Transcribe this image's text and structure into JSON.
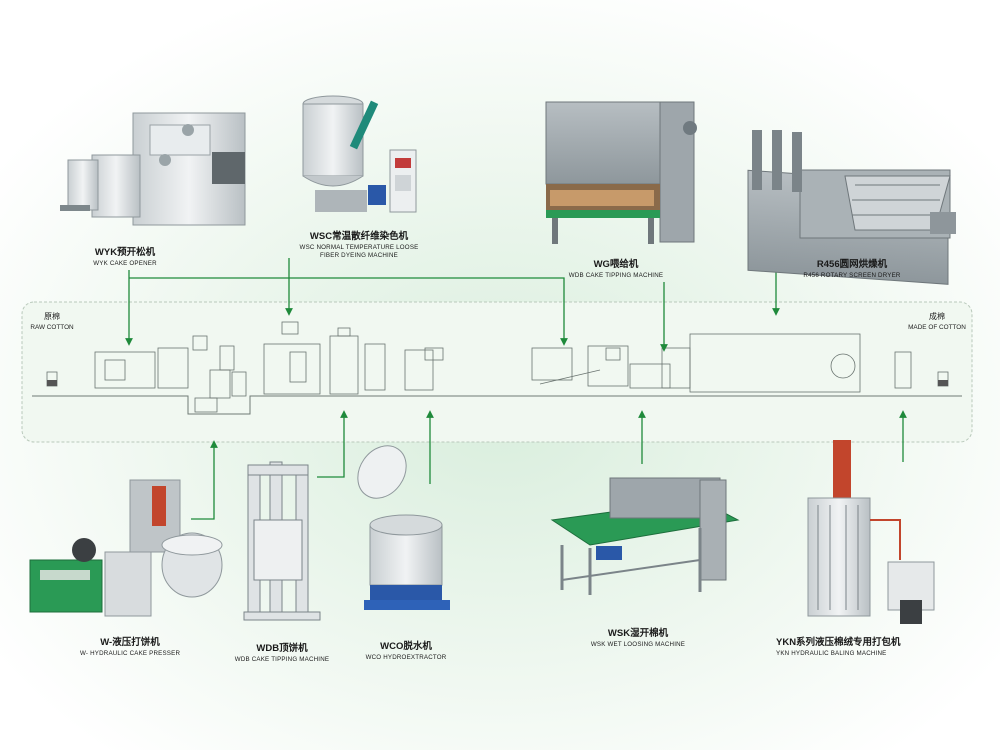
{
  "colors": {
    "band": "#eef6ee",
    "band_border": "#b9c9bb",
    "arrow": "#1f8a3b",
    "machine_fill": "#d8dcde",
    "machine_dark": "#8e969b",
    "machine_blue": "#2a58a8",
    "machine_green": "#2a9a55"
  },
  "flow": {
    "start": {
      "cn": "原棉",
      "en": "RAW COTTON"
    },
    "end": {
      "cn": "成棉",
      "en": "MADE OF COTTON"
    }
  },
  "machines": {
    "wyk": {
      "cn": "WYK预开松机",
      "en": "WYK CAKE OPENER",
      "icon": "cake-opener-icon"
    },
    "wsc": {
      "cn": "WSC常温散纤维染色机",
      "en1": "WSC NORMAL TEMPERATURE LOOSE",
      "en2": "FIBER DYEING MACHINE",
      "icon": "dyeing-machine-icon"
    },
    "wg": {
      "cn": "WG喂给机",
      "en": "WDB CAKE TIPPING MACHINE",
      "icon": "feeding-machine-icon"
    },
    "r456": {
      "cn": "R456圆网烘燥机",
      "en": "R456 ROTARY SCREEN DRYER",
      "icon": "rotary-dryer-icon"
    },
    "w_press": {
      "cn": "W-液压打饼机",
      "en": "W- HYDRAULIC CAKE PRESSER",
      "icon": "cake-presser-icon"
    },
    "wdb": {
      "cn": "WDB顶饼机",
      "en": "WDB CAKE TIPPING MACHINE",
      "icon": "cake-tipping-icon"
    },
    "wco": {
      "cn": "WCO脱水机",
      "en": "WCO HYDROEXTRACTOR",
      "icon": "hydroextractor-icon"
    },
    "wsk": {
      "cn": "WSK湿开棉机",
      "en": "WSK WET LOOSING MACHINE",
      "icon": "wet-loosing-icon"
    },
    "ykn": {
      "cn": "YKN系列液压棉绒专用打包机",
      "en": "YKN HYDRAULIC BALING MACHINE",
      "icon": "baling-machine-icon"
    }
  }
}
